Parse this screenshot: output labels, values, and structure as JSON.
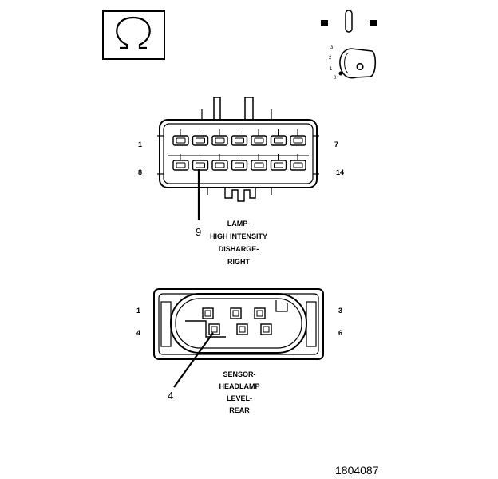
{
  "ohm_symbol": "Ω",
  "ignition": {
    "key_letter": "O",
    "positions": [
      "3",
      "2",
      "1",
      "0"
    ]
  },
  "connector_1": {
    "pin_labels": {
      "top_left": "1",
      "top_right": "7",
      "bottom_left": "8",
      "bottom_right": "14"
    },
    "callout_pin": "9",
    "caption": [
      "LAMP-",
      "HIGH INTENSITY",
      "DISHARGE-",
      "RIGHT"
    ]
  },
  "connector_2": {
    "pin_labels": {
      "top_left": "1",
      "top_right": "3",
      "bottom_left": "4",
      "bottom_right": "6"
    },
    "callout_pin": "4",
    "caption": [
      "SENSOR-",
      "HEADLAMP",
      "LEVEL-",
      "REAR"
    ]
  },
  "figure_number": "1804087"
}
